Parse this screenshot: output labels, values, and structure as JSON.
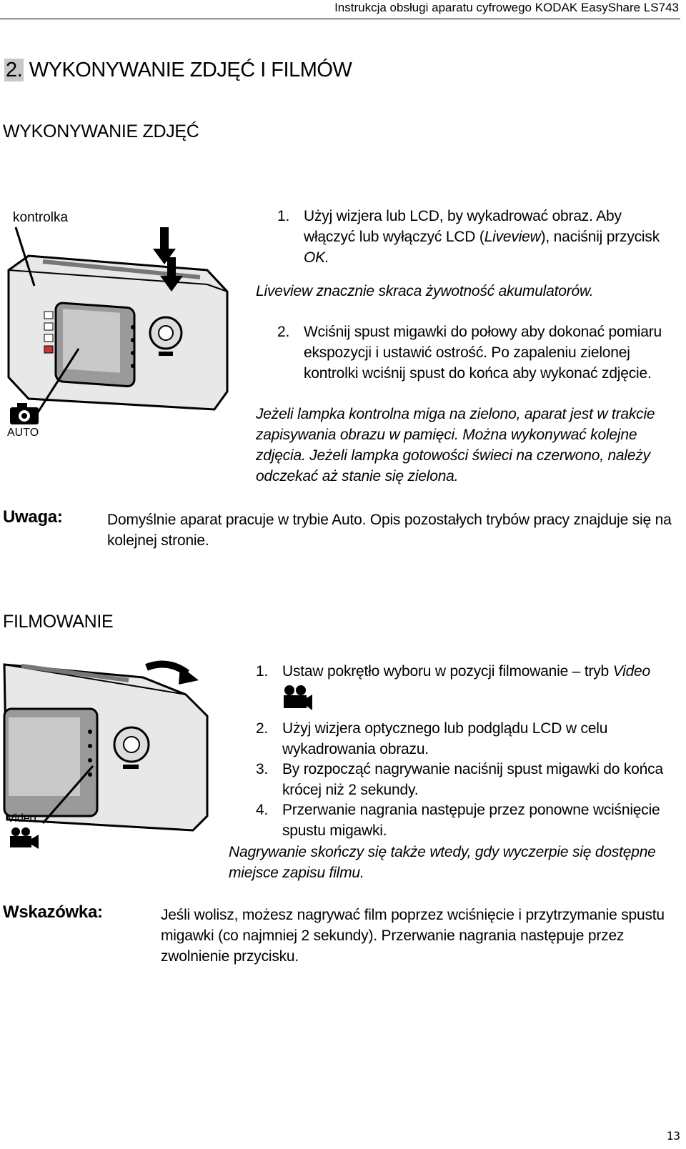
{
  "header": {
    "title": "Instrukcja obsługi aparatu cyfrowego KODAK EasyShare LS743"
  },
  "chapter": {
    "number": "2.",
    "title": "WYKONYWANIE ZDJĘĆ I FILMÓW"
  },
  "photo": {
    "heading": "WYKONYWANIE ZDJĘĆ",
    "image_label_top": "kontrolka",
    "image_label_mode": "AUTO",
    "step1": {
      "num": "1.",
      "a": "Użyj wizjera lub LCD, by wykadrować obraz. Aby włączyć lub wyłączyć LCD (",
      "b": "Liveview",
      "c": "), naciśnij przycisk ",
      "d": "OK."
    },
    "note1": "Liveview znacznie skraca żywotność akumulatorów.",
    "step2": {
      "num": "2.",
      "text": "Wciśnij spust migawki do połowy aby dokonać pomiaru ekspozycji i ustawić ostrość. Po zapaleniu zielonej kontrolki wciśnij spust do końca aby wykonać zdjęcie."
    },
    "note2": "Jeżeli lampka kontrolna miga na zielono, aparat jest w trakcie zapisywania obrazu w pamięci. Można wykonywać kolejne zdjęcia. Jeżeli lampka gotowości świeci na czerwono, należy odczekać aż stanie się zielona."
  },
  "uwaga": {
    "label": "Uwaga:",
    "text": "Domyślnie aparat pracuje w trybie Auto. Opis pozostałych trybów pracy znajduje się na kolejnej stronie."
  },
  "video": {
    "heading": "FILMOWANIE",
    "image_label_mode": "Video",
    "step1": {
      "num": "1.",
      "a": "Ustaw pokrętło wyboru w pozycji filmowanie – tryb ",
      "b": "Video"
    },
    "step2": {
      "num": "2.",
      "text": "Użyj wizjera optycznego lub podglądu LCD w celu wykadrowania obrazu."
    },
    "step3": {
      "num": "3.",
      "text": "By rozpocząć nagrywanie naciśnij spust migawki do końca krócej niż 2 sekundy."
    },
    "step4": {
      "num": "4.",
      "text": "Przerwanie nagrania następuje przez ponowne wciśnięcie spustu migawki."
    },
    "note": "Nagrywanie skończy się także wtedy, gdy wyczerpie się dostępne miejsce zapisu filmu."
  },
  "wskazowka": {
    "label": "Wskazówka:",
    "text": "Jeśli wolisz, możesz nagrywać film poprzez wciśnięcie i przytrzymanie spustu migawki (co najmniej 2 sekundy). Przerwanie nagrania następuje przez zwolnienie przycisku."
  },
  "footer": {
    "page": "13"
  },
  "icons": {
    "photo_mode": "camera-icon",
    "video_mode": "video-camera-icon",
    "shutter": "arrow-down-icon",
    "dial": "rotate-arrow-icon"
  }
}
